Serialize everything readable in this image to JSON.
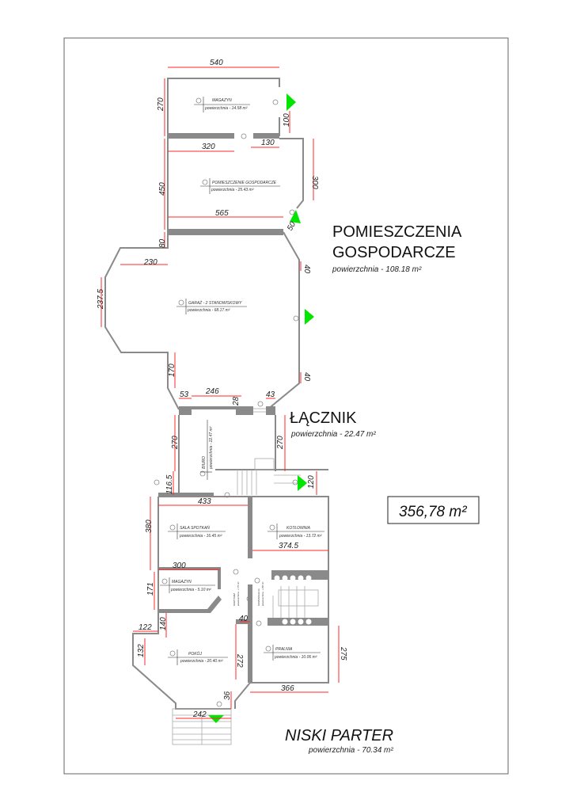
{
  "sections": {
    "gospodarcze": {
      "title_line1": "POMIESZCZENIA",
      "title_line2": "GOSPODARCZE",
      "area": "powierzchnia - 108.18 m²"
    },
    "lacznik": {
      "title": "ŁĄCZNIK",
      "area": "powierzchnia - 22.47 m²"
    },
    "parter": {
      "title": "NISKI PARTER",
      "area": "powierzchnia - 70.34 m²"
    }
  },
  "total_area": "356,78 m²",
  "rooms": [
    {
      "num": "1",
      "name": "MAGAZYN",
      "area": "powierzchnia - 14.58 m²"
    },
    {
      "num": "2",
      "name": "POMIESZCZENIE GOSPODARCZE",
      "area": "powierzchnia - 25.43 m²"
    },
    {
      "num": "3",
      "name": "GARAŻ - 2 STANOWISKOWY",
      "area": "powierzchnia - 68.17 m²"
    },
    {
      "num": "1",
      "name": "BIURO",
      "area": "powierzchnia - 22.47 m²"
    },
    {
      "num": "3",
      "name": "SALA SPOTKAŃ",
      "area": "powierzchnia - 16.45 m²"
    },
    {
      "num": "5",
      "name": "KOTŁOWNIA",
      "area": "powierzchnia - 13.72 m²"
    },
    {
      "num": "2",
      "name": "MAGAZYN",
      "area": "powierzchnia - 5.10 m²"
    },
    {
      "num": "1",
      "name": "POKÓJ",
      "area": "powierzchnia - 20.40 m²"
    },
    {
      "num": "4",
      "name": "PRALNIA",
      "area": "powierzchnia - 10.06 m²"
    },
    {
      "num": "",
      "name": "KORYTARZ",
      "area": "powierzchnia - 1.75 m²"
    },
    {
      "num": "",
      "name": "KOMUNIKACJA",
      "area": "powierzchnia - 1.80 m²"
    }
  ],
  "dimensions": [
    "540",
    "270",
    "100",
    "320",
    "130",
    "300",
    "450",
    "565",
    "50",
    "80",
    "230",
    "237.5",
    "40",
    "40",
    "170",
    "53",
    "246",
    "28",
    "43",
    "270",
    "270",
    "116.5",
    "120",
    "433",
    "380",
    "374.5",
    "300",
    "171",
    "140",
    "122",
    "132",
    "40",
    "272",
    "275",
    "366",
    "36",
    "242"
  ],
  "colors": {
    "wall": "#8a8a8a",
    "dimension": "#ff2a2a",
    "entrance": "#00e600"
  }
}
